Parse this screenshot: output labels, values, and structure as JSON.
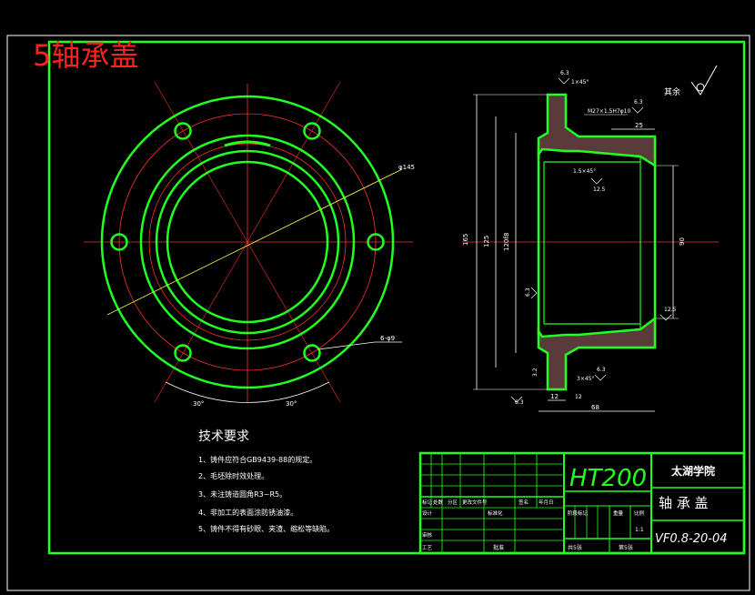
{
  "heading": "5轴承盖",
  "front_view": {
    "dim_diameter": "φ145",
    "dim_holes": "6-φ9",
    "dim_angle_left": "30°",
    "dim_angle_right": "30°"
  },
  "section_view": {
    "rough_top": "6.3",
    "chamfer_top": "1×45°",
    "thread": "M27×1.5H7φ10",
    "rough_top2": "6.3",
    "dim_25": "25",
    "chamfer_mid": "1.5×45°",
    "rough_mid": "12.5",
    "dim_165": "165",
    "dim_125": "125",
    "dim_120": "120f8",
    "rough_bore": "6.3",
    "dim_90": "90",
    "rough_right": "12.5",
    "rough_low": "3.2",
    "chamfer_bot": "3×45°",
    "rough_bot": "6.3",
    "rough_bot2": "6.3",
    "dim_12": "12",
    "rough_12": "12",
    "dim_68": "68"
  },
  "surface_note": "其余",
  "tech_req": {
    "title": "技术要求",
    "items": [
      "1、铸件应符合GB9439-88的规定。",
      "2、毛坯除时效处理。",
      "3、未注铸造圆角R3~R5。",
      "4、非加工的表面涂防锈油漆。",
      "5、铸件不得有砂眼、夹渣、缩松等缺陷。"
    ]
  },
  "title_block": {
    "material": "HT200",
    "school": "太湖学院",
    "part_name": "轴 承 盖",
    "drawing_no": "VF0.8-20-04",
    "scale": "1:1",
    "col_labels": [
      "标记",
      "处数",
      "分区",
      "更改文件号",
      "签名",
      "年月日"
    ],
    "row_design": "设计",
    "row_std": "标准化",
    "row_review": "审核",
    "row_process": "工艺",
    "row_approve": "批准",
    "stage_labels": [
      "阶段标记",
      "重量",
      "比例"
    ],
    "sheets_total": "共5张",
    "sheet_no": "第5张"
  }
}
